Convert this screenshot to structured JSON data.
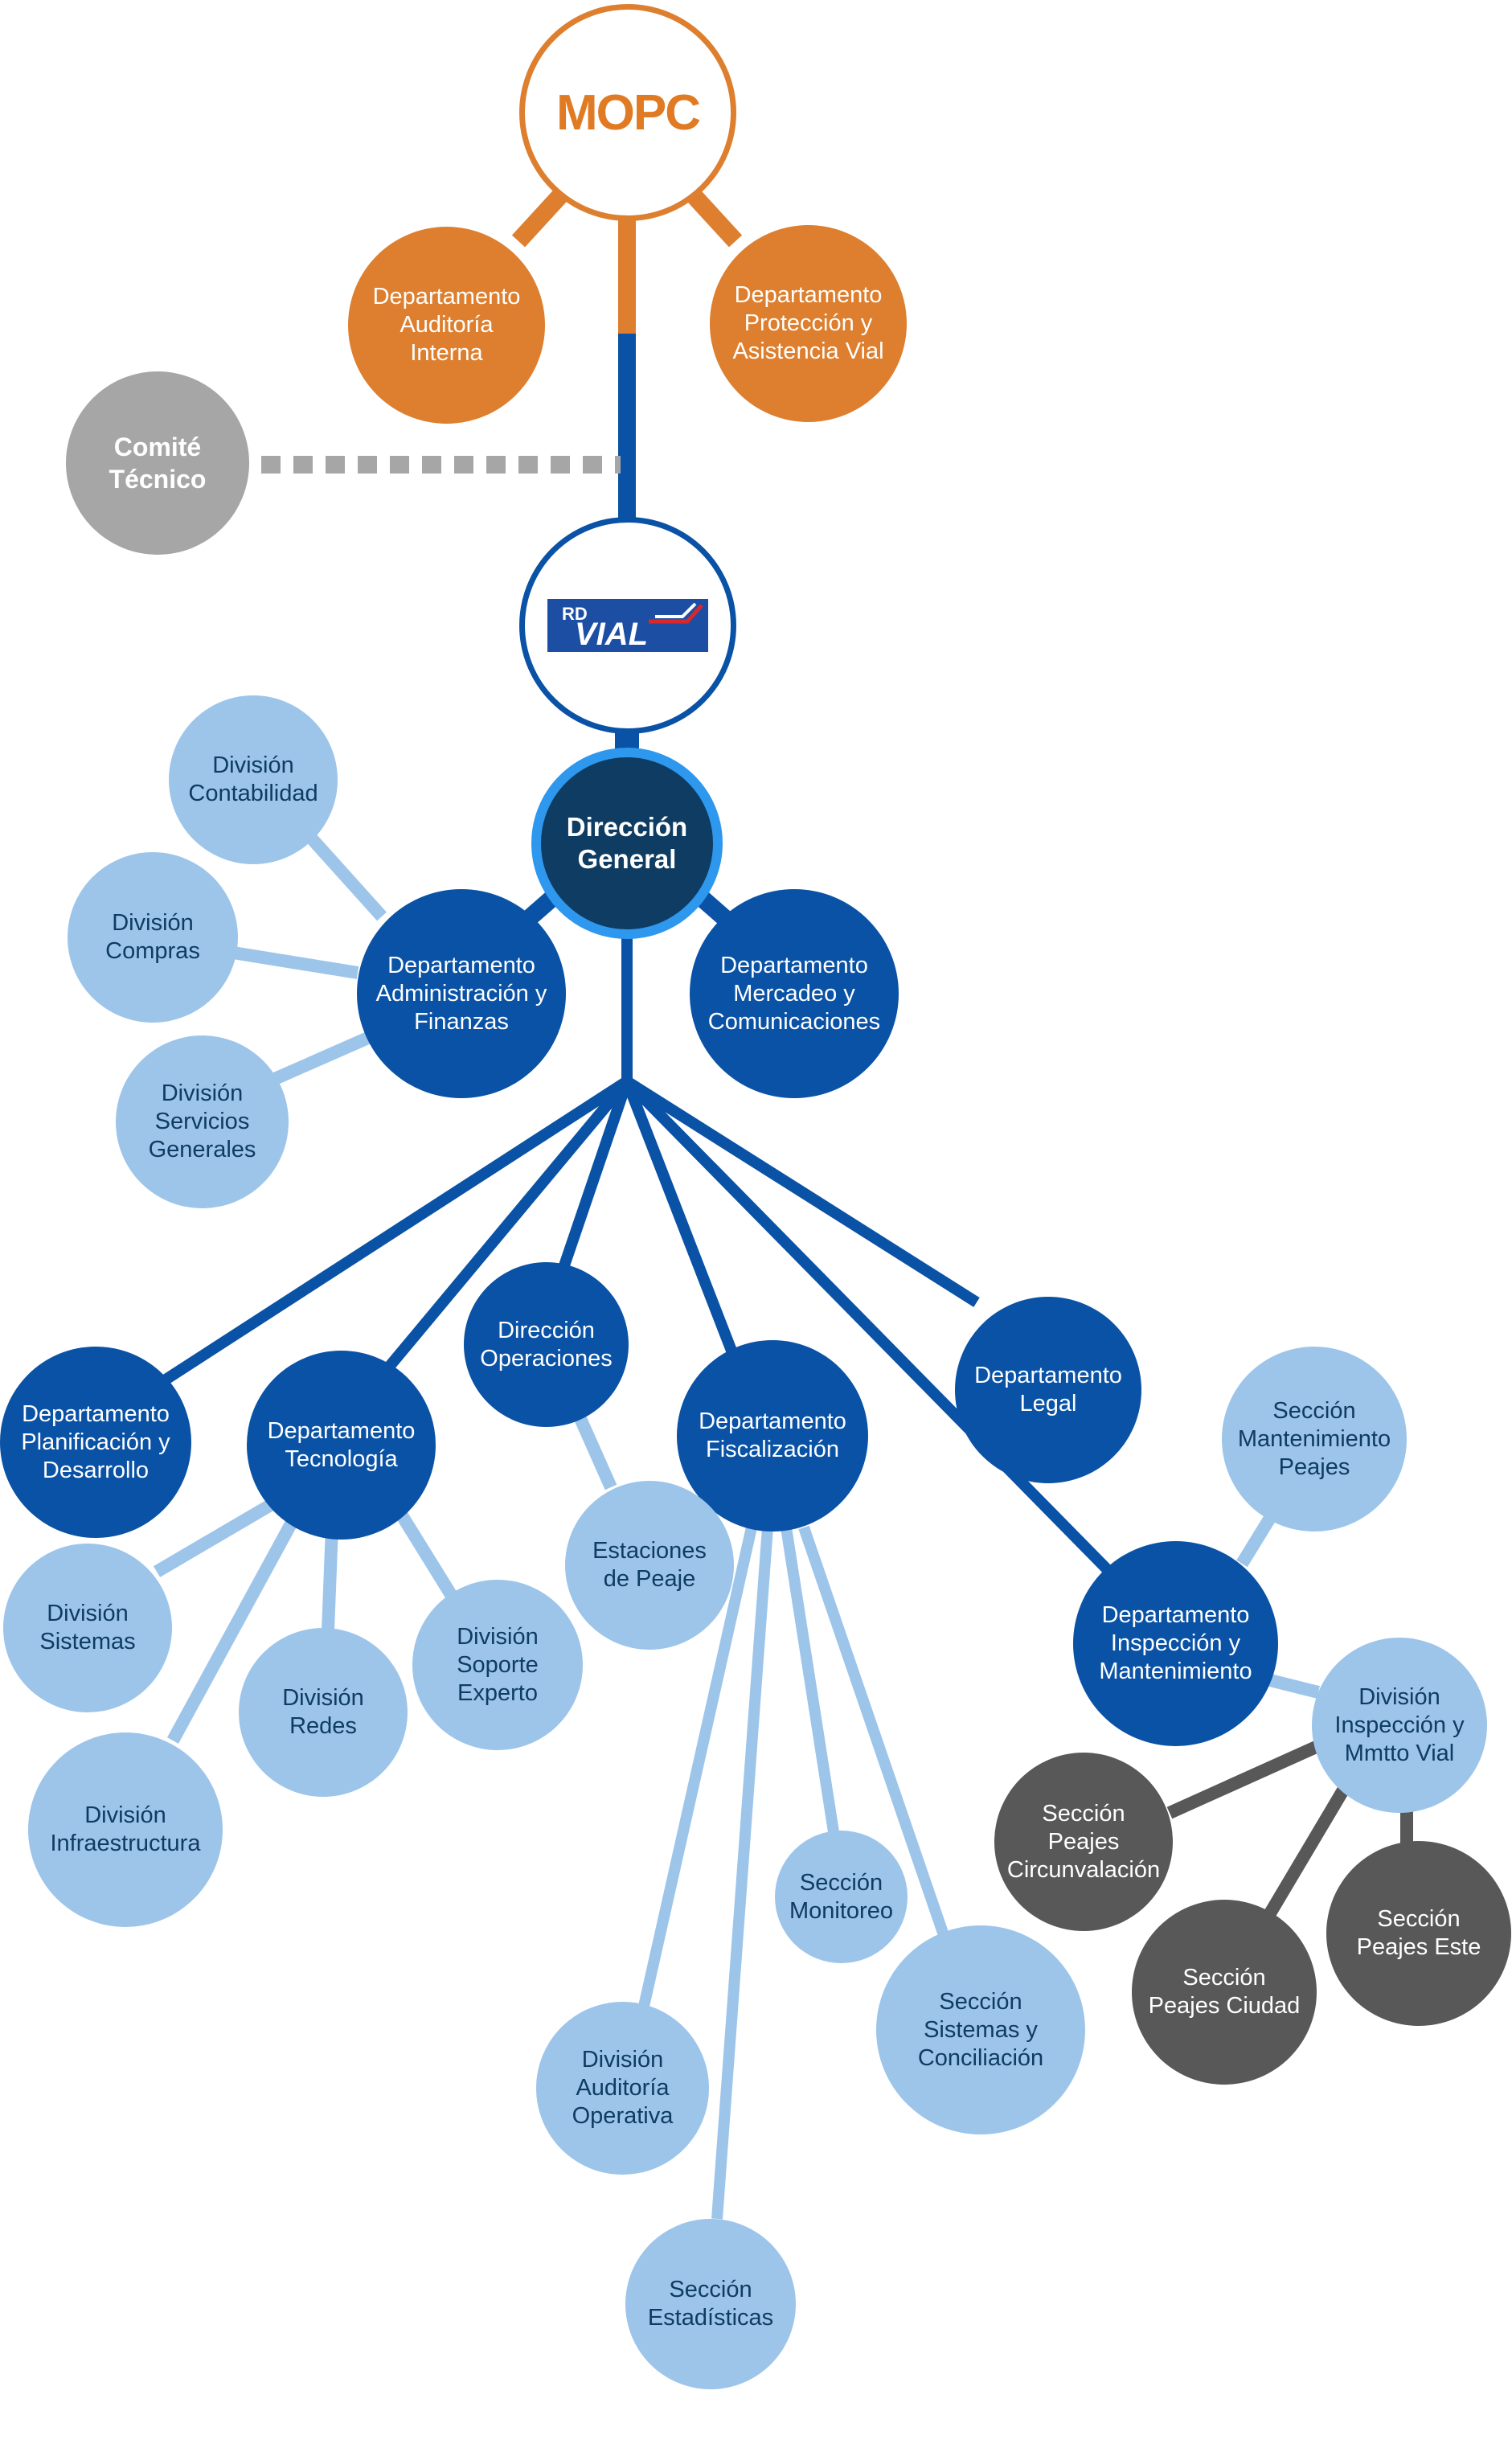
{
  "logos": {
    "mopc": "MOPC",
    "rdvial_top": "RD",
    "rdvial_bottom": "VIAL"
  },
  "colors": {
    "orange": "#dd7f2e",
    "gray": "#a6a6a6",
    "navy": "#0f3c62",
    "blue": "#0a52a5",
    "light": "#9dc5ea",
    "dark": "#585858",
    "accent": "#2e97ee"
  },
  "nodes": {
    "auditoria_interna": "Departamento\nAuditoría\nInterna",
    "proteccion_asistencia": "Departamento\nProtección y\nAsistencia Vial",
    "comite_tecnico": "Comité\nTécnico",
    "direccion_general": "Dirección\nGeneral",
    "admin_finanzas": "Departamento\nAdministración y\nFinanzas",
    "mercadeo": "Departamento\nMercadeo y\nComunicaciones",
    "div_contabilidad": "División\nContabilidad",
    "div_compras": "División\nCompras",
    "div_servicios": "División\nServicios\nGenerales",
    "planificacion": "Departamento\nPlanificación y\nDesarrollo",
    "tecnologia": "Departamento\nTecnología",
    "operaciones": "Dirección\nOperaciones",
    "fiscalizacion": "Departamento\nFiscalización",
    "legal": "Departamento\nLegal",
    "inspeccion": "Departamento\nInspección y\nMantenimiento",
    "div_sistemas": "División\nSistemas",
    "div_infraestructura": "División\nInfraestructura",
    "div_redes": "División\nRedes",
    "div_soporte": "División\nSoporte\nExperto",
    "estaciones_peaje": "Estaciones\nde Peaje",
    "sec_monitoreo": "Sección\nMonitoreo",
    "sec_sistemas_conc": "Sección\nSistemas y\nConciliación",
    "div_auditoria_op": "División\nAuditoría\nOperativa",
    "sec_estadisticas": "Sección\nEstadísticas",
    "sec_mant_peajes": "Sección\nMantenimiento\nPeajes",
    "div_insp_mmtto": "División\nInspección y\nMmtto Vial",
    "sec_circunvalacion": "Sección\nPeajes\nCircunvalación",
    "sec_peajes_este": "Sección\nPeajes Este",
    "sec_peajes_ciudad": "Sección\nPeajes Ciudad"
  }
}
